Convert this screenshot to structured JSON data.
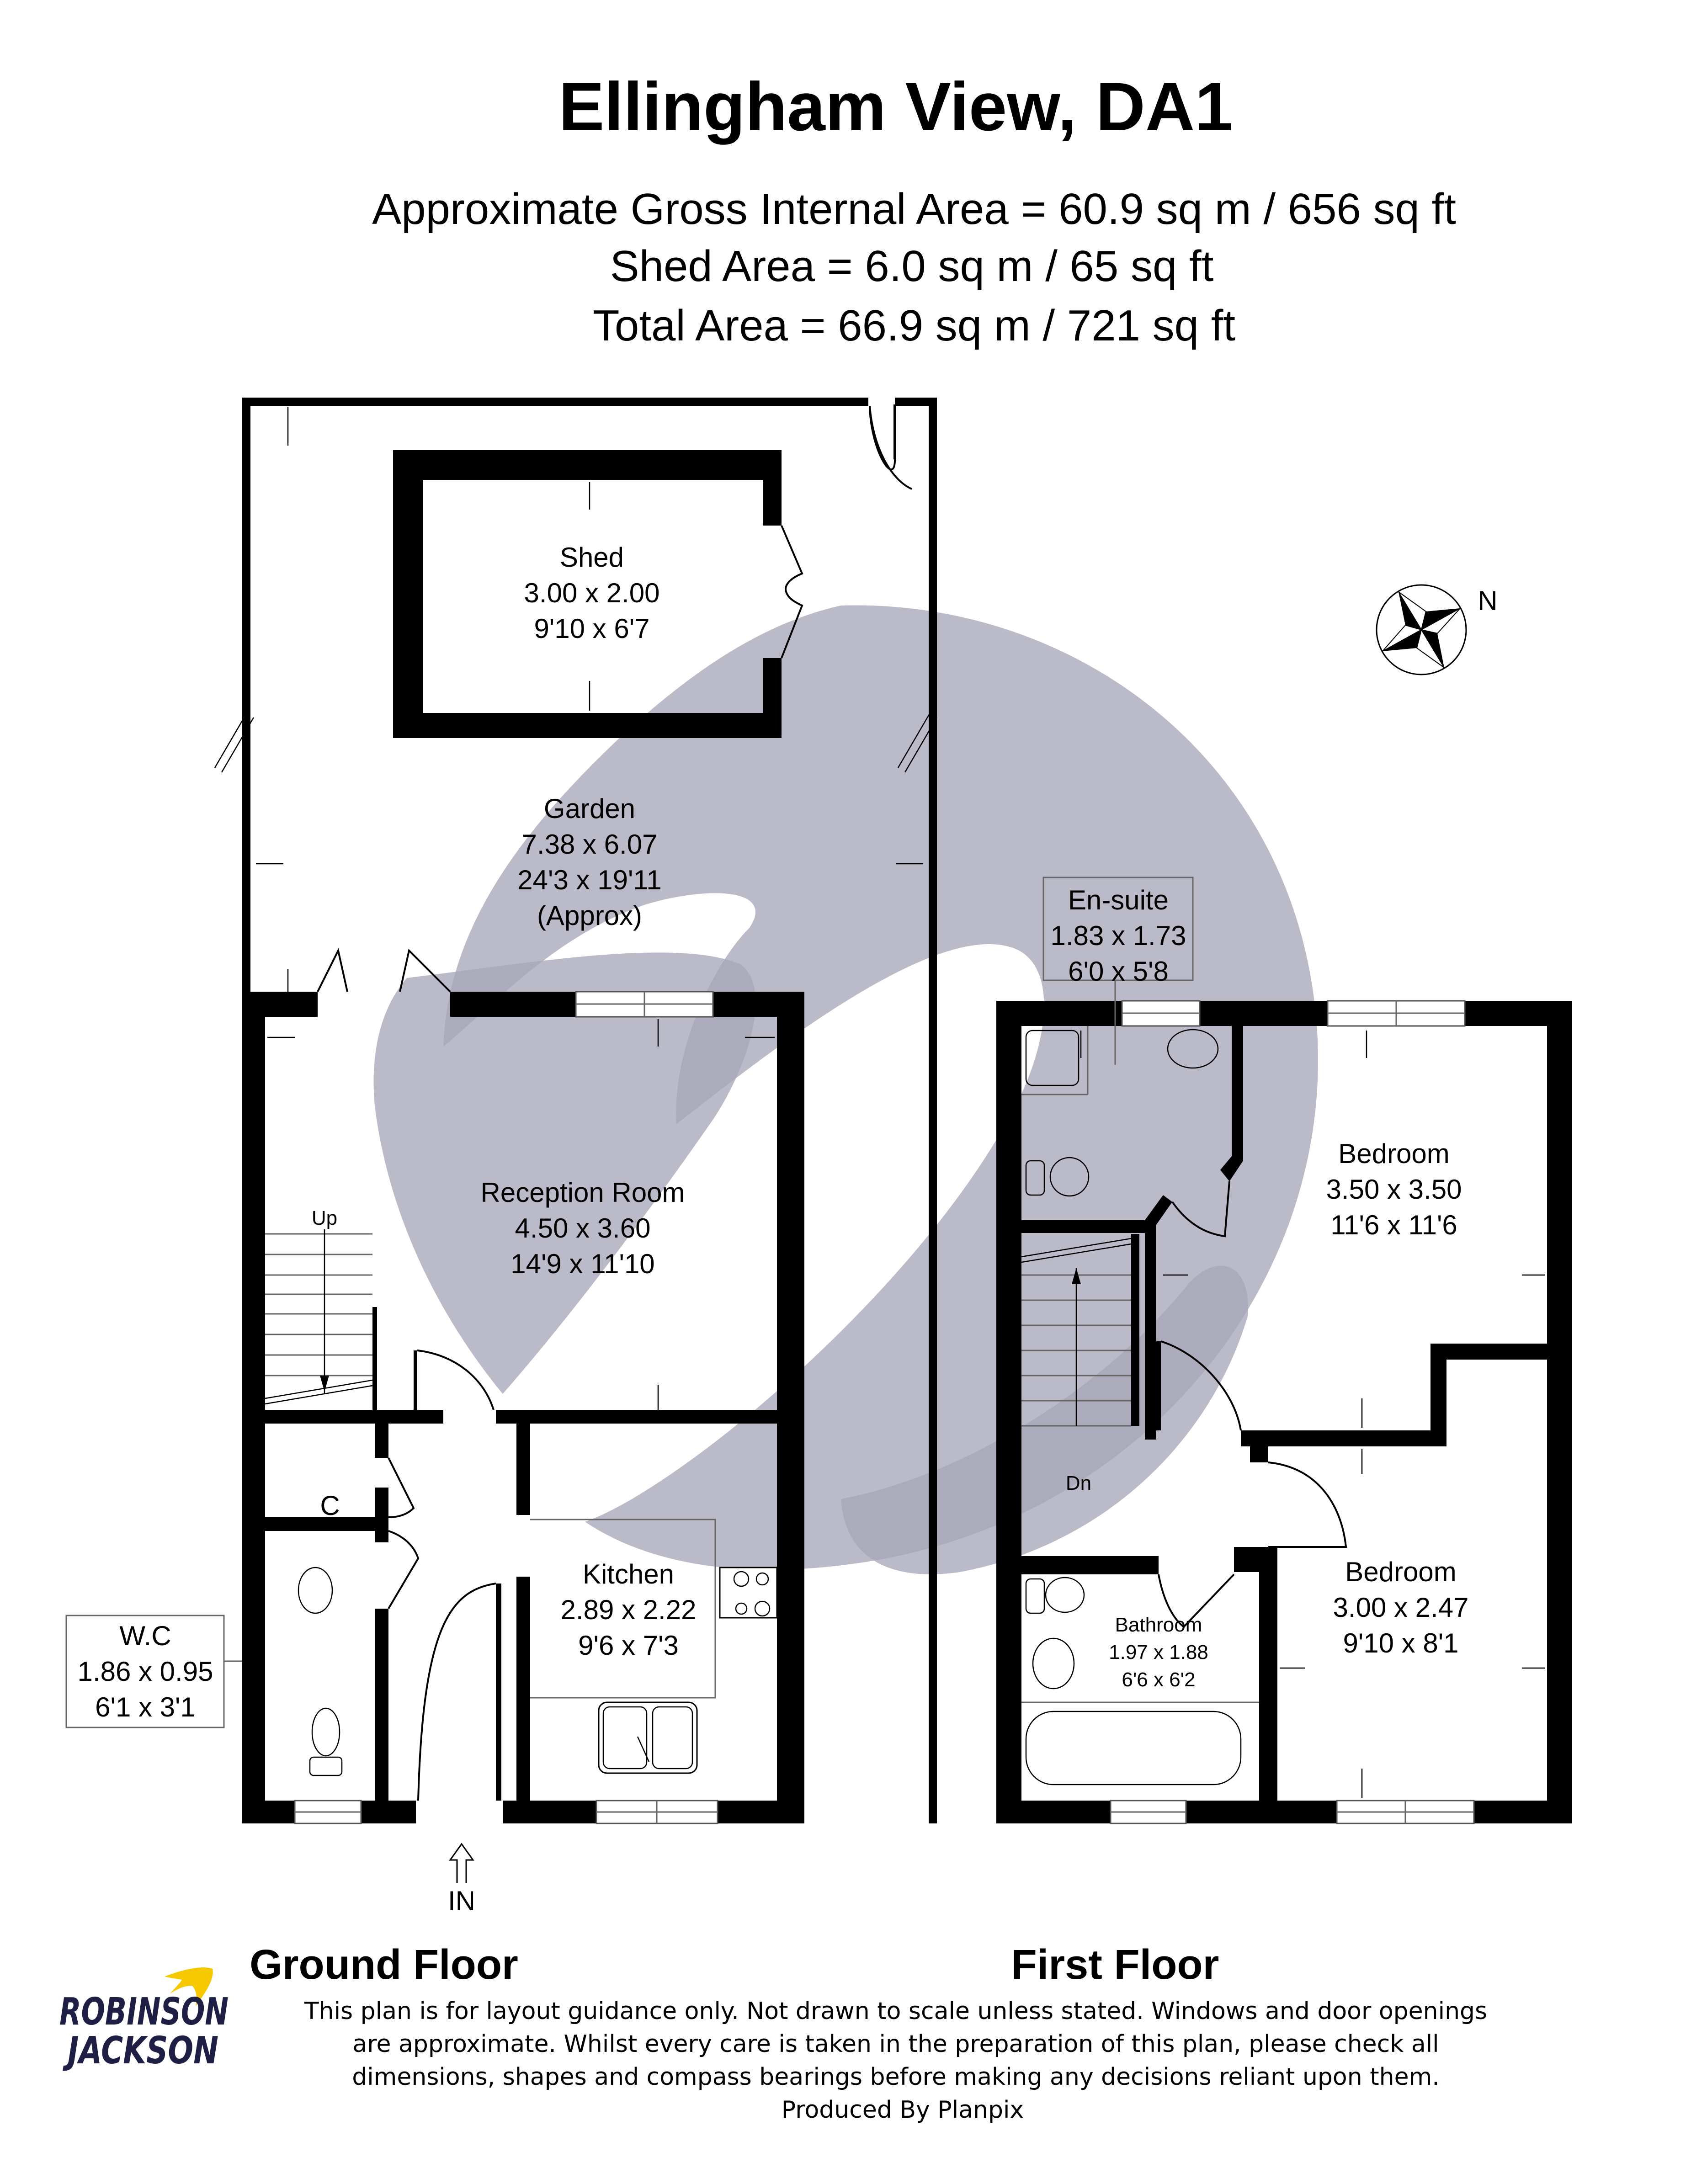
{
  "header": {
    "title": "Ellingham View, DA1",
    "gross_internal_area": "Approximate Gross Internal Area = 60.9 sq m / 656 sq ft",
    "shed_area": "Shed Area = 6.0 sq m / 65 sq ft",
    "total_area": "Total Area = 66.9 sq m / 721 sq ft"
  },
  "compass": {
    "label": "N"
  },
  "ground_floor": {
    "label": "Ground Floor",
    "entrance_label": "IN",
    "stairs_label": "Up",
    "cupboard_label": "C",
    "rooms": {
      "shed": {
        "name": "Shed",
        "metric": "3.00 x 2.00",
        "imperial": "9'10 x 6'7"
      },
      "garden": {
        "name": "Garden",
        "metric": "7.38 x 6.07",
        "imperial": "24'3 x 19'11",
        "note": "(Approx)"
      },
      "reception": {
        "name": "Reception Room",
        "metric": "4.50 x 3.60",
        "imperial": "14'9 x 11'10"
      },
      "kitchen": {
        "name": "Kitchen",
        "metric": "2.89 x 2.22",
        "imperial": "9'6 x 7'3"
      },
      "wc": {
        "name": "W.C",
        "metric": "1.86 x 0.95",
        "imperial": "6'1 x 3'1"
      }
    }
  },
  "first_floor": {
    "label": "First Floor",
    "stairs_label": "Dn",
    "rooms": {
      "ensuite": {
        "name": "En-suite",
        "metric": "1.83 x 1.73",
        "imperial": "6'0 x 5'8"
      },
      "bedroom1": {
        "name": "Bedroom",
        "metric": "3.50 x 3.50",
        "imperial": "11'6 x 11'6"
      },
      "bedroom2": {
        "name": "Bedroom",
        "metric": "3.00 x 2.47",
        "imperial": "9'10 x 8'1"
      },
      "bathroom": {
        "name": "Bathroom",
        "metric": "1.97 x 1.88",
        "imperial": "6'6 x 6'2"
      }
    }
  },
  "footer": {
    "disclaimer_lines": [
      "This plan is for layout guidance only. Not drawn to scale unless stated. Windows and door openings",
      "are approximate. Whilst every care is taken in the preparation of this plan, please check all",
      "dimensions, shapes and compass bearings before making any decisions reliant upon them.",
      "Produced By Planpix"
    ],
    "logo": {
      "line1": "ROBINSON",
      "line2": "JACKSON",
      "text_color": "#1f1f45",
      "bird_color": "#f5c800"
    }
  },
  "colors": {
    "wall": "#000000",
    "watermark": "#a7a6b8",
    "background": "#ffffff"
  }
}
